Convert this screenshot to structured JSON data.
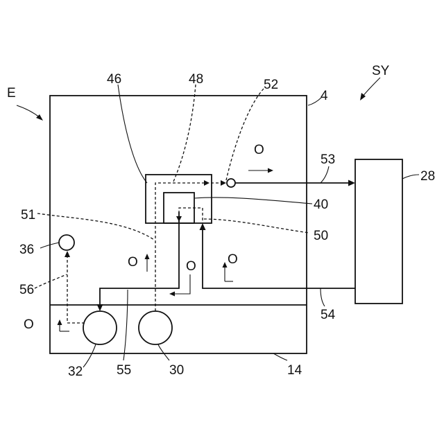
{
  "labels": {
    "E": "E",
    "SY": "SY",
    "n4": "4",
    "n14": "14",
    "n28": "28",
    "n30": "30",
    "n32": "32",
    "n36": "36",
    "n40": "40",
    "n46": "46",
    "n48": "48",
    "n50": "50",
    "n51": "51",
    "n52": "52",
    "n53": "53",
    "n54": "54",
    "n55": "55",
    "n56": "56"
  },
  "flow_labels": {
    "out_top": "O",
    "mid_left": "O",
    "mid_center": "O",
    "mid_right": "O",
    "bottom_left": "O"
  },
  "colors": {
    "ink": "#111111",
    "paper": "#ffffff"
  }
}
